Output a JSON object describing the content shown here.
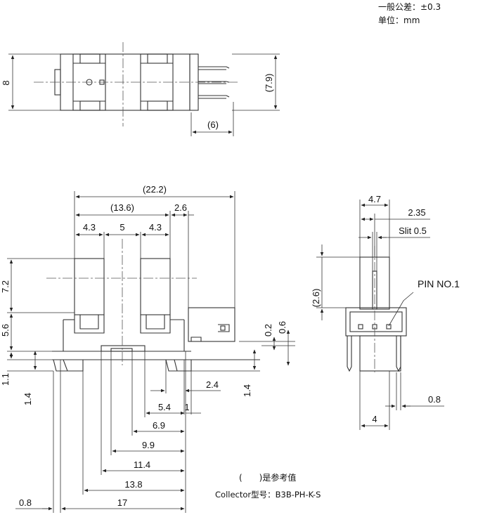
{
  "notes": {
    "tolerance": "一般公差：±0.3",
    "unit": "单位：mm",
    "reference": "(　　)是参考值",
    "collector": "Collector型号：B3B-PH-K-S"
  },
  "dims": {
    "top_height": "8",
    "top_right_height": "(7.9)",
    "top_pin": "(6)",
    "total_width": "(22.2)",
    "inner_width": "(13.6)",
    "pin_offset": "2.6",
    "slot_left": "4.3",
    "slot_gap": "5",
    "slot_right": "4.3",
    "height_upper": "7.2",
    "height_lower": "5.6",
    "step_right_small": "0.2",
    "step_right": "0.6",
    "base_thickness": "1.1",
    "base_left": "1.4",
    "base_right": "1.4",
    "tab_width": "2.4",
    "d_5_4": "5.4",
    "d_1": "1",
    "d_6_9": "6.9",
    "d_9_9": "9.9",
    "d_11_4": "11.4",
    "d_13_8": "13.8",
    "d_17": "17",
    "d_0_8_left": "0.8",
    "side_width_top": "4.7",
    "side_2_35": "2.35",
    "side_slit": "Slit 0.5",
    "side_2_6": "(2.6)",
    "side_pin_label": "PIN NO.1",
    "side_0_8": "0.8",
    "side_bottom": "4"
  }
}
